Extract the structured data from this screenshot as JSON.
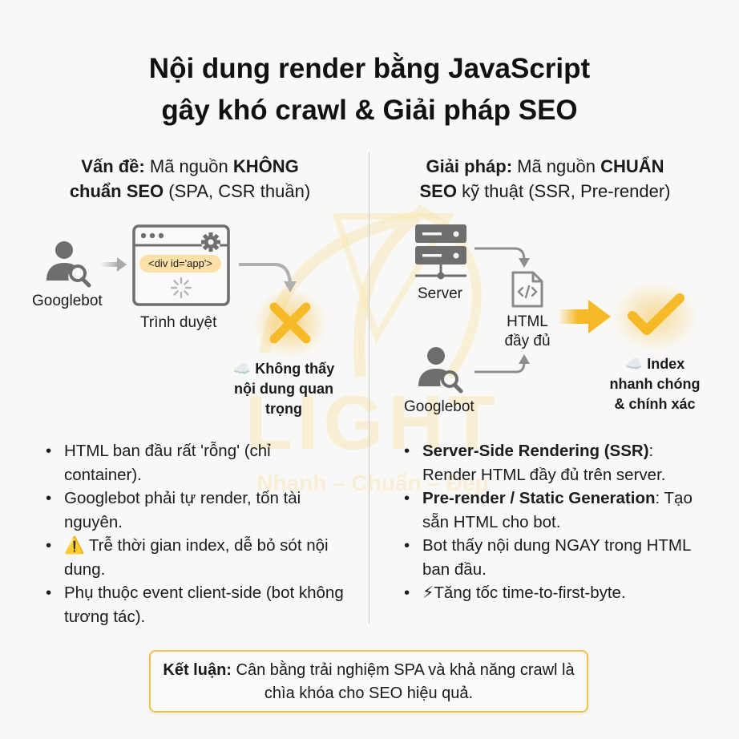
{
  "title": {
    "line1": "Nội dung render bằng JavaScript",
    "line2": "gây khó crawl & Giải pháp SEO"
  },
  "watermark": {
    "brand": "LIGHT",
    "tagline": "Nhanh – Chuẩn – Đẹp"
  },
  "colors": {
    "accent": "#f6b928",
    "accent_soft": "#fbe0a8",
    "icon_gray": "#6e6e6e",
    "background": "#f8f8f6",
    "conclusion_border": "#f1c24a"
  },
  "problem": {
    "heading_label": "Vấn đề:",
    "heading_text1": " Mã nguồn ",
    "heading_bold1": "KHÔNG",
    "heading_bold2": "chuẩn SEO",
    "heading_text2": " (SPA, CSR thuần)",
    "diagram": {
      "googlebot_label": "Googlebot",
      "browser_label": "Trình duyệt",
      "code_snippet": "<div id='app'>",
      "result_icon": "cloud-icon",
      "result_mark": "x-mark-icon",
      "result_line1": "☁️ Không thấy",
      "result_line2": "nội dung quan",
      "result_line3": "trọng"
    },
    "bullets": [
      {
        "text": "HTML ban đầu rất 'rỗng' (chỉ container)."
      },
      {
        "text": "Googlebot phải tự render, tốn tài nguyên."
      },
      {
        "icon": "⚠️",
        "text": " Trễ thời gian index, dễ bỏ sót nội dung."
      },
      {
        "text": "Phụ thuộc event client-side (bot không tương tác)."
      }
    ]
  },
  "solution": {
    "heading_label": "Giải pháp:",
    "heading_text1": " Mã nguồn ",
    "heading_bold1": "CHUẨN",
    "heading_bold2": "SEO",
    "heading_text2": " kỹ thuật (SSR, Pre-render)",
    "diagram": {
      "server_label": "Server",
      "html_label_line1": "HTML",
      "html_label_line2": "đầy đủ",
      "googlebot_label": "Googlebot",
      "result_mark": "check-mark-icon",
      "result_line1": "☁️ Index",
      "result_line2": "nhanh chóng",
      "result_line3": "& chính xác"
    },
    "bullets": [
      {
        "bold": "Server-Side Rendering (SSR)",
        "text": ": Render HTML đầy đủ trên server."
      },
      {
        "bold": "Pre-render / Static Generation",
        "text": ": Tạo sẵn HTML cho bot."
      },
      {
        "text": "Bot thấy nội dung NGAY trong HTML ban đầu."
      },
      {
        "icon": "⚡",
        "text": "Tăng tốc time-to-first-byte."
      }
    ]
  },
  "conclusion": {
    "label": "Kết luận:",
    "text": " Cân bằng trải nghiệm SPA và khả năng crawl là chìa khóa cho SEO hiệu quả."
  }
}
